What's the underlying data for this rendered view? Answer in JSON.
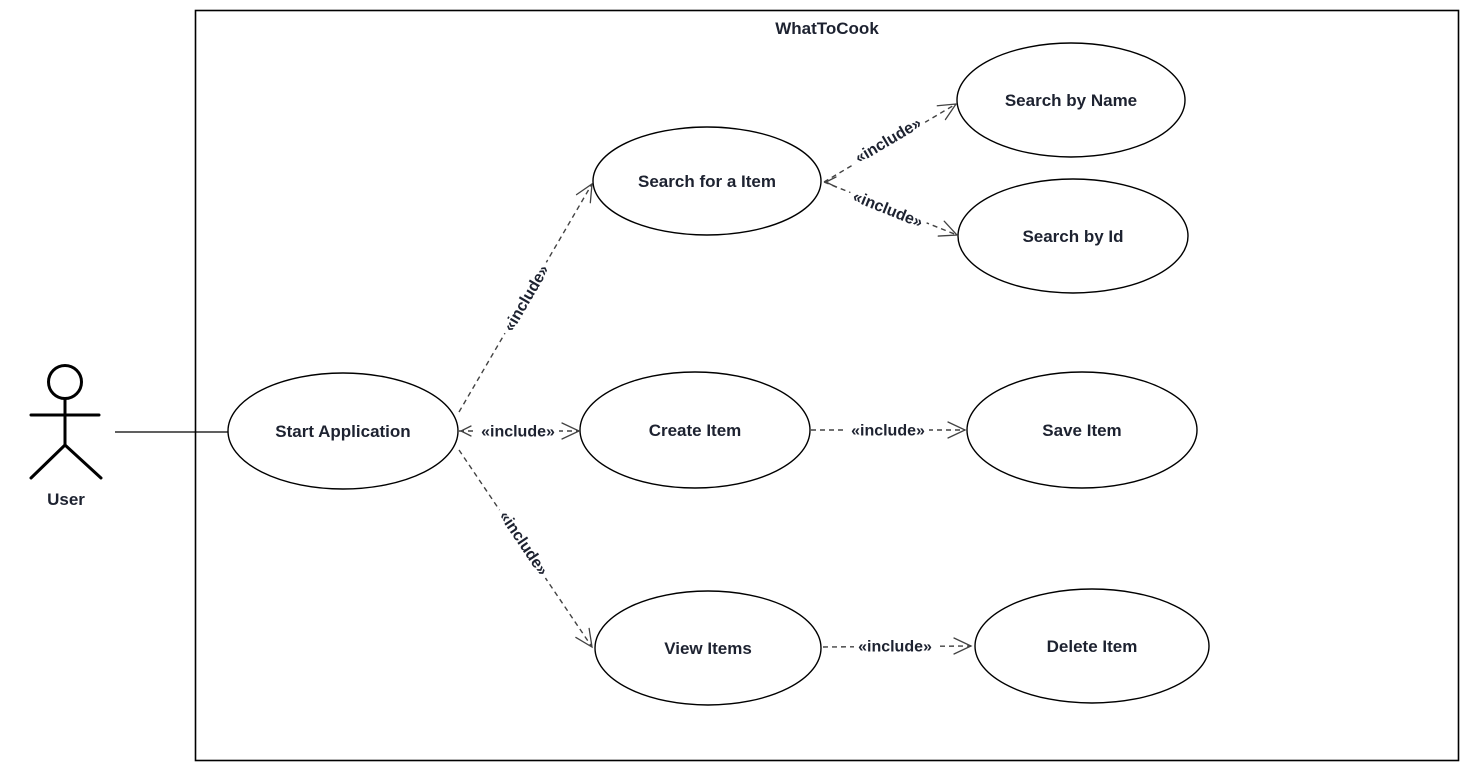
{
  "diagram": {
    "type": "uml-use-case",
    "system": {
      "title": "WhatToCook"
    },
    "actor": {
      "label": "User"
    },
    "use_cases": [
      {
        "id": "start-application",
        "label": "Start Application"
      },
      {
        "id": "search-for-a-item",
        "label": "Search for a Item"
      },
      {
        "id": "search-by-name",
        "label": "Search by Name"
      },
      {
        "id": "search-by-id",
        "label": "Search by Id"
      },
      {
        "id": "create-item",
        "label": "Create Item"
      },
      {
        "id": "save-item",
        "label": "Save Item"
      },
      {
        "id": "view-items",
        "label": "View Items"
      },
      {
        "id": "delete-item",
        "label": "Delete Item"
      }
    ],
    "relationships": [
      {
        "from": "User",
        "to": "Start Application",
        "type": "association",
        "label": ""
      },
      {
        "from": "Start Application",
        "to": "Search for a Item",
        "type": "include",
        "label": "«include»"
      },
      {
        "from": "Start Application",
        "to": "Create Item",
        "type": "include",
        "label": "«include»"
      },
      {
        "from": "Start Application",
        "to": "View Items",
        "type": "include",
        "label": "«include»"
      },
      {
        "from": "Search for a Item",
        "to": "Search by Name",
        "type": "include",
        "label": "«include»"
      },
      {
        "from": "Search for a Item",
        "to": "Search by Id",
        "type": "include",
        "label": "«include»"
      },
      {
        "from": "Create Item",
        "to": "Save Item",
        "type": "include",
        "label": "«include»"
      },
      {
        "from": "View Items",
        "to": "Delete Item",
        "type": "include",
        "label": "«include»"
      }
    ],
    "colors": {
      "shape_stroke": "#000000",
      "edge_stroke": "#424242",
      "text": "#1d2230",
      "background": "#ffffff"
    }
  }
}
